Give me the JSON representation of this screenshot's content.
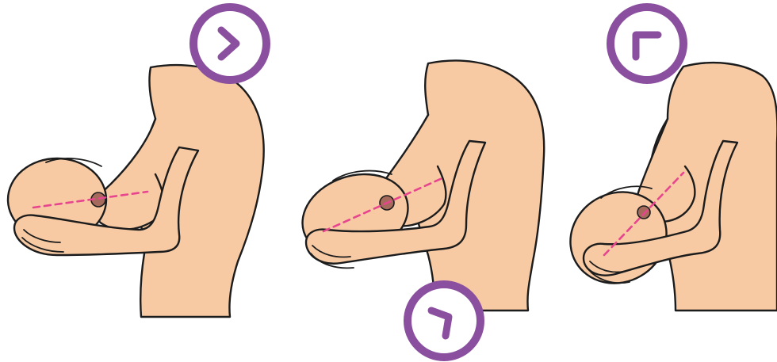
{
  "colors": {
    "skin": "#f7caa4",
    "outline": "#1c1c1c",
    "axis": "#e8458f",
    "badge": "#8a4f9e",
    "areola": "#a66a5c"
  },
  "panels": [
    {
      "name": "panel-1",
      "badge_icon": "chevron-right-icon",
      "badge_position": "top"
    },
    {
      "name": "panel-2",
      "badge_icon": "chevron-down-right-icon",
      "badge_position": "bottom"
    },
    {
      "name": "panel-3",
      "badge_icon": "chevron-up-left-icon",
      "badge_position": "top"
    }
  ]
}
